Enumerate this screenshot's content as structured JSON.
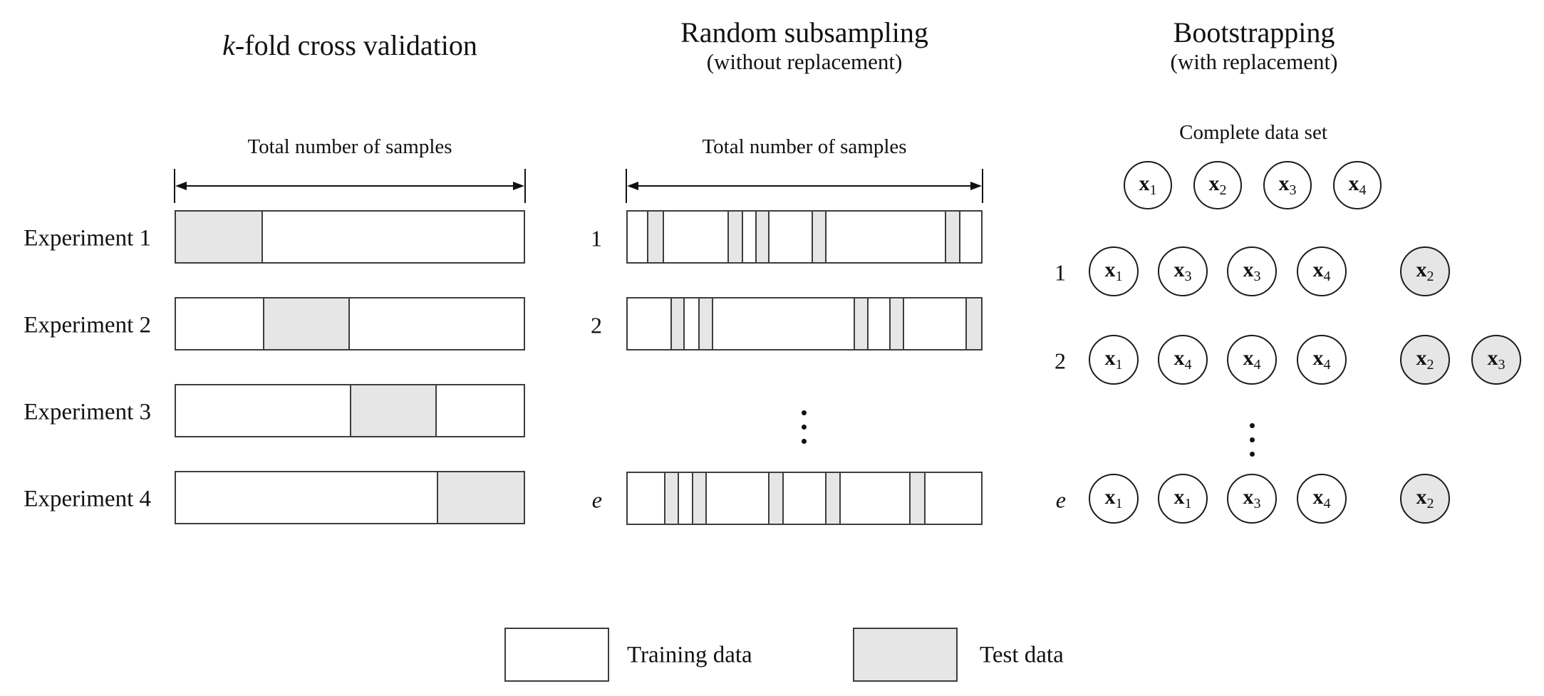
{
  "colors": {
    "training_fill": "#ffffff",
    "test_fill": "#e6e6e6",
    "border": "#3d3d3d",
    "ink": "#111111"
  },
  "kfold": {
    "title_italic": "k",
    "title_rest": "-fold cross validation",
    "axis_label": "Total number of samples",
    "rows": [
      {
        "label": "Experiment 1",
        "test_start": 0.0,
        "test_end": 0.25
      },
      {
        "label": "Experiment 2",
        "test_start": 0.25,
        "test_end": 0.5
      },
      {
        "label": "Experiment 3",
        "test_start": 0.5,
        "test_end": 0.75
      },
      {
        "label": "Experiment 4",
        "test_start": 0.75,
        "test_end": 1.0
      }
    ]
  },
  "subsampling": {
    "title": "Random subsampling",
    "subtitle": "(without replacement)",
    "axis_label": "Total number of samples",
    "rows": [
      {
        "label": "1",
        "italic": false,
        "test_stripes": [
          [
            0.054,
            0.102
          ],
          [
            0.282,
            0.326
          ],
          [
            0.36,
            0.402
          ],
          [
            0.52,
            0.562
          ],
          [
            0.898,
            0.942
          ]
        ]
      },
      {
        "label": "2",
        "italic": false,
        "test_stripes": [
          [
            0.12,
            0.162
          ],
          [
            0.2,
            0.242
          ],
          [
            0.64,
            0.682
          ],
          [
            0.74,
            0.782
          ],
          [
            0.956,
            1.0
          ]
        ]
      },
      {
        "label": "e",
        "italic": true,
        "test_stripes": [
          [
            0.102,
            0.146
          ],
          [
            0.182,
            0.224
          ],
          [
            0.398,
            0.442
          ],
          [
            0.558,
            0.602
          ],
          [
            0.796,
            0.842
          ]
        ]
      }
    ]
  },
  "bootstrap": {
    "title": "Bootstrapping",
    "subtitle": "(with replacement)",
    "complete_label": "Complete data set",
    "complete_set": [
      {
        "base": "x",
        "sub": "1"
      },
      {
        "base": "x",
        "sub": "2"
      },
      {
        "base": "x",
        "sub": "3"
      },
      {
        "base": "x",
        "sub": "4"
      }
    ],
    "rows": [
      {
        "label": "1",
        "italic": false,
        "samples": [
          {
            "base": "x",
            "sub": "1"
          },
          {
            "base": "x",
            "sub": "3"
          },
          {
            "base": "x",
            "sub": "3"
          },
          {
            "base": "x",
            "sub": "4"
          }
        ],
        "out_of_bag": [
          {
            "base": "x",
            "sub": "2"
          }
        ]
      },
      {
        "label": "2",
        "italic": false,
        "samples": [
          {
            "base": "x",
            "sub": "1"
          },
          {
            "base": "x",
            "sub": "4"
          },
          {
            "base": "x",
            "sub": "4"
          },
          {
            "base": "x",
            "sub": "4"
          }
        ],
        "out_of_bag": [
          {
            "base": "x",
            "sub": "2"
          },
          {
            "base": "x",
            "sub": "3"
          }
        ]
      },
      {
        "label": "e",
        "italic": true,
        "samples": [
          {
            "base": "x",
            "sub": "1"
          },
          {
            "base": "x",
            "sub": "1"
          },
          {
            "base": "x",
            "sub": "3"
          },
          {
            "base": "x",
            "sub": "4"
          }
        ],
        "out_of_bag": [
          {
            "base": "x",
            "sub": "2"
          }
        ]
      }
    ]
  },
  "legend": {
    "training_label": "Training data",
    "test_label": "Test data"
  }
}
